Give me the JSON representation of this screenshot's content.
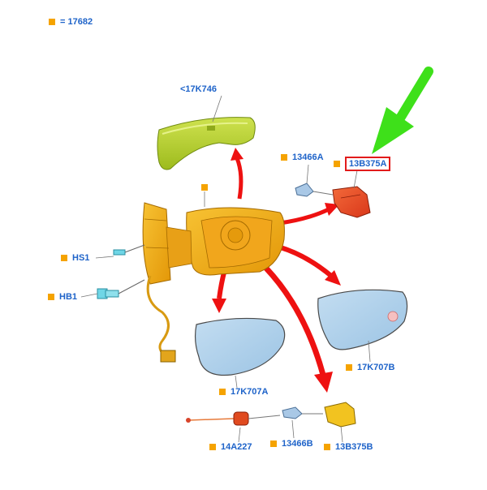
{
  "legend": {
    "code": "17682"
  },
  "parts": {
    "cover": "<17K746",
    "lamp_top": "13466A",
    "module_top": "13B375A",
    "screw": "HS1",
    "bolt": "HB1",
    "glass_left": "17K707A",
    "glass_right": "17K707B",
    "harness": "14A227",
    "lamp_bottom": "13466B",
    "module_bottom": "13B375B"
  },
  "colors": {
    "accent_square": "#f5a300",
    "label_blue": "#1e63c9",
    "highlight_red": "#e21b1b",
    "arrow_red": "#ee1111",
    "pointer_green": "#3ee01a",
    "housing_orange": "#f0ad1a",
    "cover_green": "#b3cf2e",
    "glass_blue": "#a8cce8"
  }
}
